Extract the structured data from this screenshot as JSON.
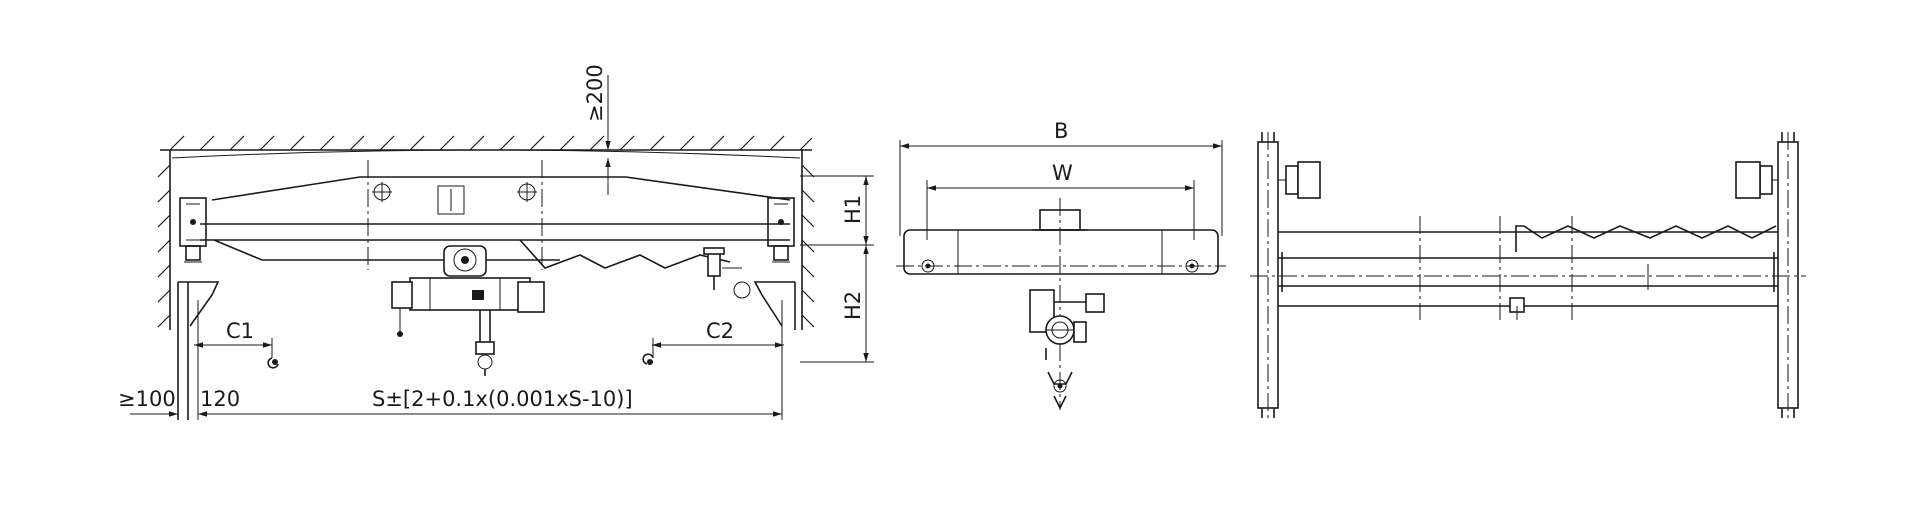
{
  "dimensions": {
    "clearance_top": "≥200",
    "h1": "H1",
    "h2": "H2",
    "c1": "C1",
    "c2": "C2",
    "clearance_side": "≥100",
    "end_offset": "120",
    "span": "S±[2+0.1x(0.001xS-10)]",
    "width_b": "B",
    "width_w": "W"
  },
  "colors": {
    "line": "#1a1a1a",
    "background": "#ffffff"
  }
}
